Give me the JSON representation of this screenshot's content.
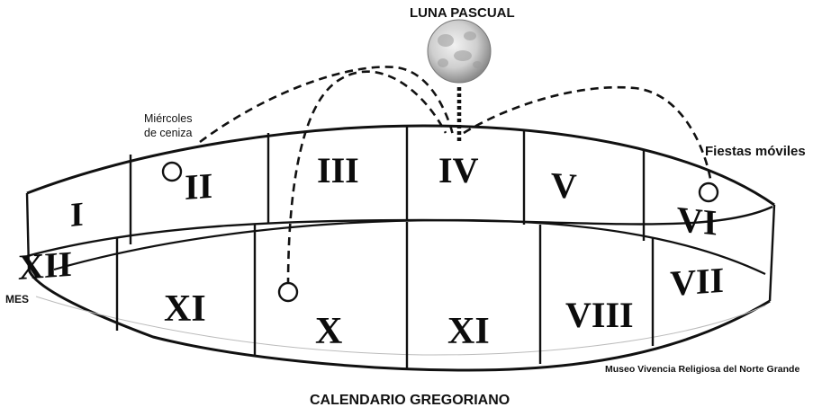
{
  "labels": {
    "pascal_moon": "LUNA PASCUAL",
    "ash_wednesday_line1": "Miércoles",
    "ash_wednesday_line2": "de ceniza",
    "movable_feasts": "Fiestas móviles",
    "month": "MES",
    "museum": "Museo Vivencia Religiosa del Norte Grande",
    "calendar": "CALENDARIO GREGORIANO"
  },
  "months_back": [
    "I",
    "II",
    "III",
    "IV",
    "V",
    "VI"
  ],
  "months_front": [
    "XII",
    "XI",
    "X",
    "XI",
    "VIII",
    "VII"
  ],
  "colors": {
    "ink": "#111111",
    "moon_light": "#e6e6e6",
    "moon_dark": "#8c8c8c",
    "background": "#ffffff"
  }
}
